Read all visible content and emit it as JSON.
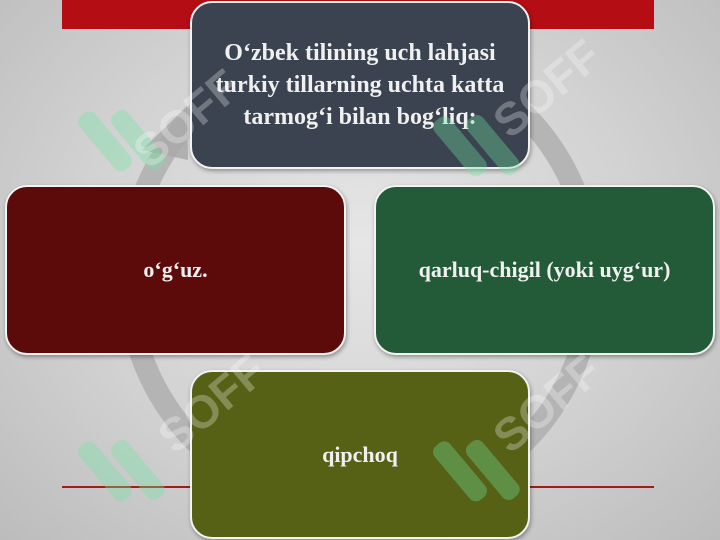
{
  "diagram": {
    "center_title": "O‘zbek tilining uch lahjasi turkiy tillarning uchta katta tarmog‘i bilan bog‘liq:",
    "branches": [
      {
        "label": "o‘g‘uz."
      },
      {
        "label": "qarluq-chigil (yoki uyg‘ur)"
      },
      {
        "label": "qipchoq"
      }
    ]
  },
  "watermark": {
    "text": "SOFF",
    "icon": "soff-logo-icon"
  },
  "colors": {
    "top_bar": "#b50d14",
    "title_box": "#3b4350",
    "left_box": "#5c0a0a",
    "right_box": "#235a37",
    "bottom_box": "#566115",
    "cycle_arrow": "#a9a9a9"
  }
}
